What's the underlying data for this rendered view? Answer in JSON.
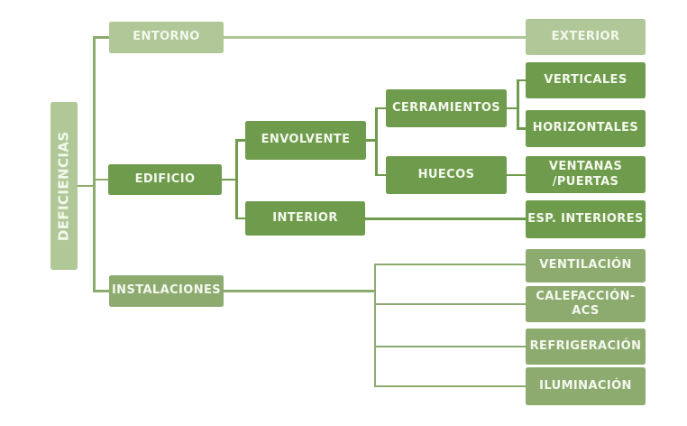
{
  "diagram": {
    "title": "DEFICIENCIAS",
    "type": "tree",
    "palette": {
      "bg": "#ffffff",
      "light": "#b0c897",
      "mid": "#8dab6f",
      "dark": "#6f9c4c",
      "text": "#f4f8ee"
    },
    "nodes": {
      "deficiencias": {
        "label": "DEFICIENCIAS",
        "tone": "light"
      },
      "entorno": {
        "label": "ENTORNO",
        "tone": "light"
      },
      "exterior": {
        "label": "EXTERIOR",
        "tone": "light"
      },
      "edificio": {
        "label": "EDIFICIO",
        "tone": "dark"
      },
      "envolvente": {
        "label": "ENVOLVENTE",
        "tone": "dark"
      },
      "interior": {
        "label": "INTERIOR",
        "tone": "dark"
      },
      "cerramientos": {
        "label": "CERRAMIENTOS",
        "tone": "dark"
      },
      "huecos": {
        "label": "HUECOS",
        "tone": "dark"
      },
      "verticales": {
        "label": "VERTICALES",
        "tone": "dark"
      },
      "horizontales": {
        "label": "HORIZONTALES",
        "tone": "dark"
      },
      "ventanas_puertas": {
        "label": "VENTANAS /PUERTAS",
        "line1": "VENTANAS",
        "line2": "/PUERTAS",
        "tone": "dark"
      },
      "esp_interiores": {
        "label": "ESP. INTERIORES",
        "tone": "dark"
      },
      "instalaciones": {
        "label": "INSTALACIONES",
        "tone": "mid"
      },
      "ventilacion": {
        "label": "VENTILACIÓN",
        "tone": "mid"
      },
      "calefaccion_acs": {
        "label": "CALEFACCIÓN-ACS",
        "line1": "CALEFACCIÓN-",
        "line2": "ACS",
        "tone": "mid"
      },
      "refrigeracion": {
        "label": "REFRIGERACIÓN",
        "tone": "mid"
      },
      "iluminacion": {
        "label": "ILUMINACIÓN",
        "tone": "mid"
      }
    },
    "edges": [
      {
        "from": "deficiencias",
        "to": "entorno"
      },
      {
        "from": "deficiencias",
        "to": "edificio"
      },
      {
        "from": "deficiencias",
        "to": "instalaciones"
      },
      {
        "from": "entorno",
        "to": "exterior"
      },
      {
        "from": "edificio",
        "to": "envolvente"
      },
      {
        "from": "edificio",
        "to": "interior"
      },
      {
        "from": "envolvente",
        "to": "cerramientos"
      },
      {
        "from": "envolvente",
        "to": "huecos"
      },
      {
        "from": "cerramientos",
        "to": "verticales"
      },
      {
        "from": "cerramientos",
        "to": "horizontales"
      },
      {
        "from": "huecos",
        "to": "ventanas_puertas"
      },
      {
        "from": "interior",
        "to": "esp_interiores"
      },
      {
        "from": "instalaciones",
        "to": "ventilacion"
      },
      {
        "from": "instalaciones",
        "to": "calefaccion_acs"
      },
      {
        "from": "instalaciones",
        "to": "refrigeracion"
      },
      {
        "from": "instalaciones",
        "to": "iluminacion"
      }
    ]
  }
}
